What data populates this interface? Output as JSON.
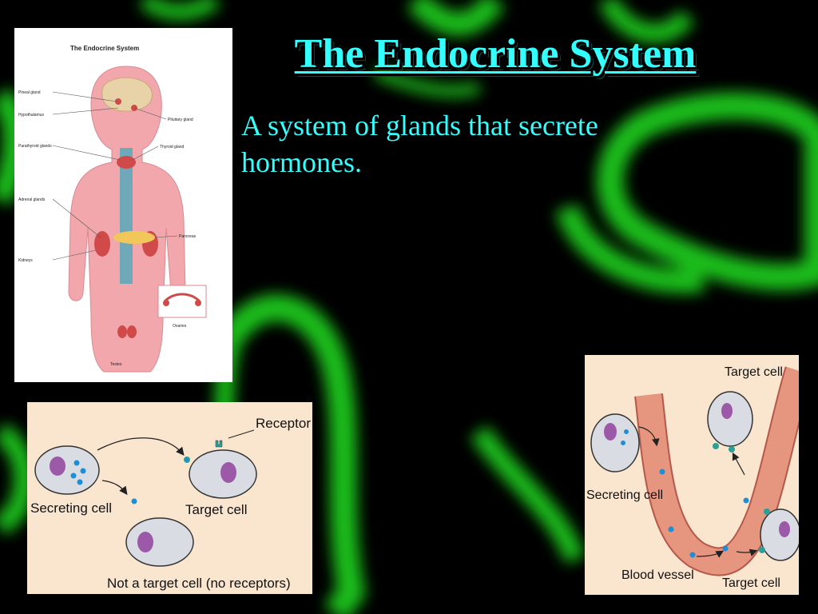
{
  "slide": {
    "title": "The Endocrine System",
    "body": "A system of glands that secrete hormones."
  },
  "body_diagram": {
    "title": "The Endocrine System",
    "labels": {
      "pineal": "Pineal gland",
      "hypothalamus": "Hypothalamus",
      "parathyroid": "Parathyroid glands",
      "adrenal": "Adrenal glands",
      "kidneys": "Kidneys",
      "pituitary": "Pituitary gland",
      "thyroid": "Thyroid gland",
      "pancreas": "Pancreas",
      "ovaries": "Ovaries",
      "testes": "Testes"
    }
  },
  "cell_diagram": {
    "secreting_cell": "Secreting cell",
    "target_cell": "Target cell",
    "receptor": "Receptor",
    "non_target_cell": "Not a target cell (no receptors)"
  },
  "vessel_diagram": {
    "target_cell_top": "Target cell",
    "secreting_cell": "Secreting cell",
    "blood_vessel": "Blood vessel",
    "target_cell_bottom": "Target cell"
  },
  "colors": {
    "background": "#000000",
    "glow": "#1ec81e",
    "title": "#33ffff",
    "body_text": "#33ffff",
    "diagram_bg": "#fae6cf",
    "cell_fill": "#d9dde3",
    "nucleus": "#9b59a8",
    "hormone": "#1e8fd6",
    "vessel": "#e6957f"
  }
}
